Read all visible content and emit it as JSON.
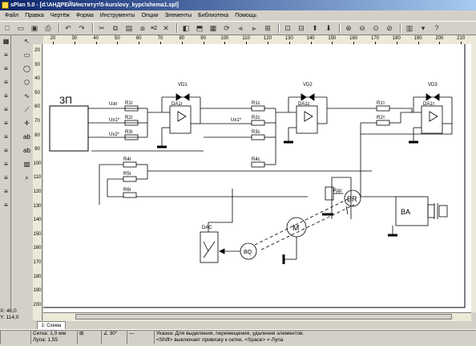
{
  "window": {
    "title": "sPlan 5.0 - [d:\\АНДРЕЙ\\Институт\\5-kurs\\ovy_kypc\\shema1.spl]"
  },
  "menu": [
    "Файл",
    "Правка",
    "Чертёж",
    "Форма",
    "Инструменты",
    "Опции",
    "Элементы",
    "Библиотека",
    "Помощь"
  ],
  "toolbar": {
    "zoom_text": "≡2"
  },
  "ruler_top": [
    "20",
    "30",
    "40",
    "50",
    "60",
    "70",
    "80",
    "90",
    "100",
    "110",
    "120",
    "130",
    "140",
    "150",
    "160",
    "170",
    "180",
    "190",
    "200",
    "210"
  ],
  "ruler_left": [
    "20",
    "30",
    "40",
    "50",
    "60",
    "70",
    "80",
    "90",
    "100",
    "110",
    "120",
    "130",
    "140",
    "150",
    "160",
    "170",
    "180",
    "190",
    "200"
  ],
  "coords": {
    "x": "X: 46,0",
    "y": "Y: 114,0"
  },
  "status": {
    "grid": "Сетка: 1,0 мм",
    "zoom": "Лупа: 1,55",
    "angle": "30°",
    "hint_line1": "Указка: Для выделения, перемещения, удаления элементов.",
    "hint_line2": "<Shift> выключает привязку к сетке, <Space> = Лупа"
  },
  "sheet_tab": "1: Схема",
  "schematic": {
    "zp": "ЗП",
    "inputs": [
      "Uзп",
      "Ux1*",
      "Ux2*"
    ],
    "input2": "Ux1*",
    "resistors_a": [
      "R1г",
      "R2г",
      "R3г"
    ],
    "resistors_b": [
      "R4г",
      "R5г",
      "R6г"
    ],
    "resistors_c": [
      "R1с",
      "R2с",
      "R3с",
      "R4с"
    ],
    "resistors_d": [
      "R1т",
      "R2т"
    ],
    "diodes": [
      "VD1",
      "VD2",
      "VD3"
    ],
    "opamps": [
      "DA1г",
      "DA1с",
      "DA1т"
    ],
    "rs": "Rдс",
    "br": "BR",
    "motor": "M",
    "bq": "BQ",
    "dac": "DAC",
    "ba": "BA"
  }
}
